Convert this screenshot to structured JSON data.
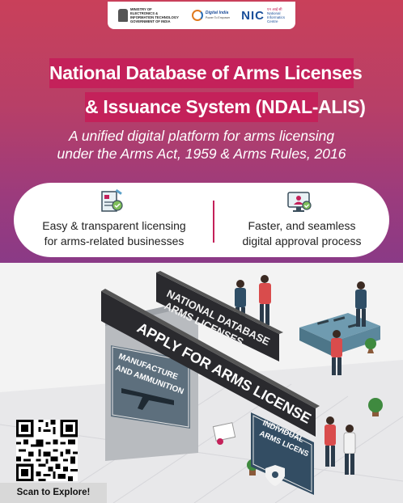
{
  "header": {
    "meity_lines": [
      "MINISTRY OF",
      "ELECTRONICS &",
      "INFORMATION TECHNOLOGY",
      "GOVERNMENT OF INDIA"
    ],
    "digital_india_name": "Digital India",
    "digital_india_tagline": "Power To Empower",
    "nic_hindi": "एन आई सी",
    "nic_short": "NIC",
    "nic_lines": [
      "National",
      "Informatics",
      "Centre"
    ]
  },
  "title": {
    "line1": "National Database of Arms Licenses",
    "line2": "& Issuance System (NDAL-ALIS)"
  },
  "subtitle": {
    "line1": "A unified digital platform for arms licensing",
    "line2": "under the Arms Act, 1959 & Arms Rules, 2016"
  },
  "features": [
    {
      "icon": "license-document-icon",
      "line1": "Easy & transparent licensing",
      "line2": "for arms-related businesses"
    },
    {
      "icon": "digital-approval-icon",
      "line1": "Faster, and seamless",
      "line2": "digital approval process"
    }
  ],
  "illustration": {
    "sign_top": [
      "NATIONAL DATABASE",
      "ARMS LICENSES"
    ],
    "sign_main": "APPLY FOR ARMS LICENSE",
    "sign_left": [
      "MANUFACTURE",
      "AND AMMUNITION"
    ],
    "sign_right": [
      "INDIVIDUAL",
      "ARMS LICENS"
    ]
  },
  "qr": {
    "label": "Scan to Explore!"
  },
  "colors": {
    "brand": "#c4215a",
    "gradient_top": "#c9405a",
    "gradient_bottom": "#8a3a86"
  }
}
